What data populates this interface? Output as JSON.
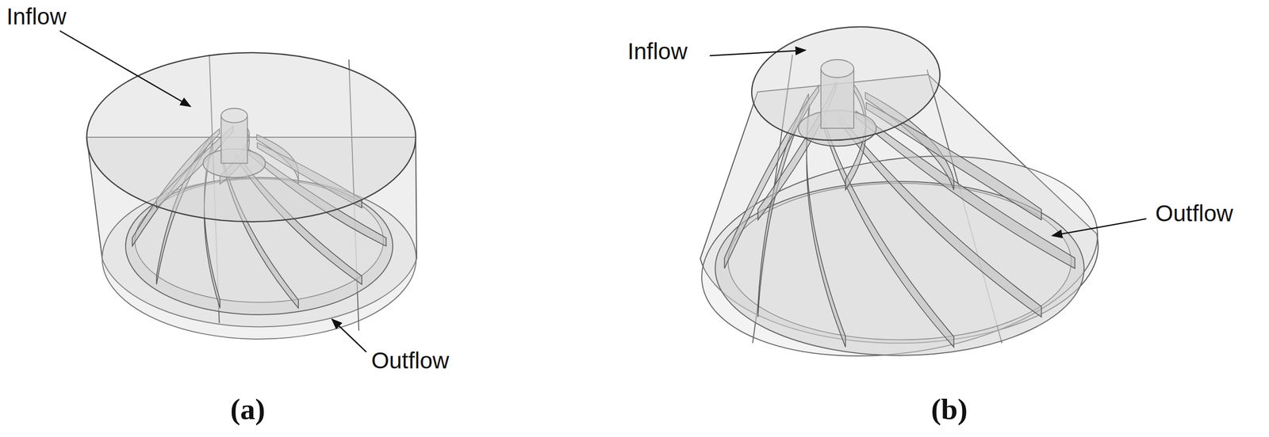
{
  "diagram": {
    "labels": [
      "Inflow",
      "Outflow",
      "(a)",
      "Inflow",
      "Outflow",
      "(b)"
    ]
  }
}
